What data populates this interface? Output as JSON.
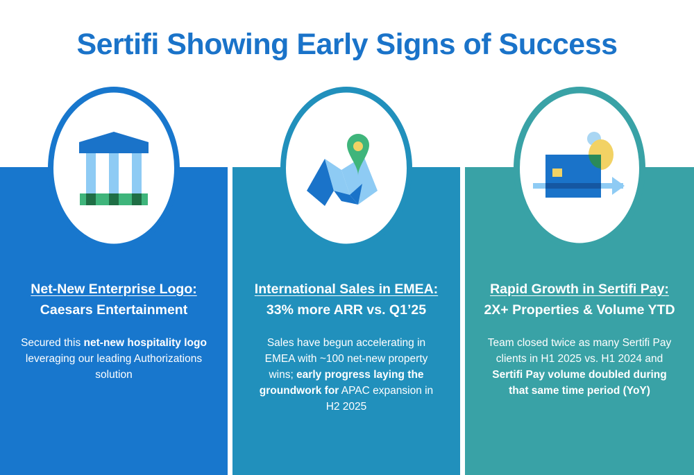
{
  "title": "Sertifi Showing Early Signs of Success",
  "colors": {
    "title": "#1a73c9",
    "panel_1": "#1877cd",
    "panel_2": "#2190bc",
    "panel_3": "#39a2a6"
  },
  "panels": [
    {
      "icon": "bank-building-icon",
      "heading": "Net-New Enterprise Logo:",
      "subheading": "Caesars Entertainment",
      "body": [
        {
          "text": "Secured this ",
          "bold": false
        },
        {
          "text": "net-new hospitality logo",
          "bold": true
        },
        {
          "text": " leveraging our leading Authorizations solution",
          "bold": false
        }
      ]
    },
    {
      "icon": "map-pin-icon",
      "heading": "International Sales in EMEA:",
      "subheading": "33% more ARR vs. Q1’25",
      "body": [
        {
          "text": "Sales have begun accelerating in EMEA with ~100 net-new property wins; ",
          "bold": false
        },
        {
          "text": "early progress laying the groundwork for",
          "bold": true
        },
        {
          "text": " APAC expansion in H2 2025",
          "bold": false
        }
      ]
    },
    {
      "icon": "credit-card-payment-icon",
      "heading": "Rapid Growth in Sertifi Pay:",
      "subheading": "2X+ Properties & Volume YTD",
      "body": [
        {
          "text": "Team closed twice as many Sertifi Pay clients in H1 2025 vs. H1 2024 and ",
          "bold": false
        },
        {
          "text": "Sertifi Pay volume doubled during that same time period (YoY)",
          "bold": true
        }
      ]
    }
  ]
}
